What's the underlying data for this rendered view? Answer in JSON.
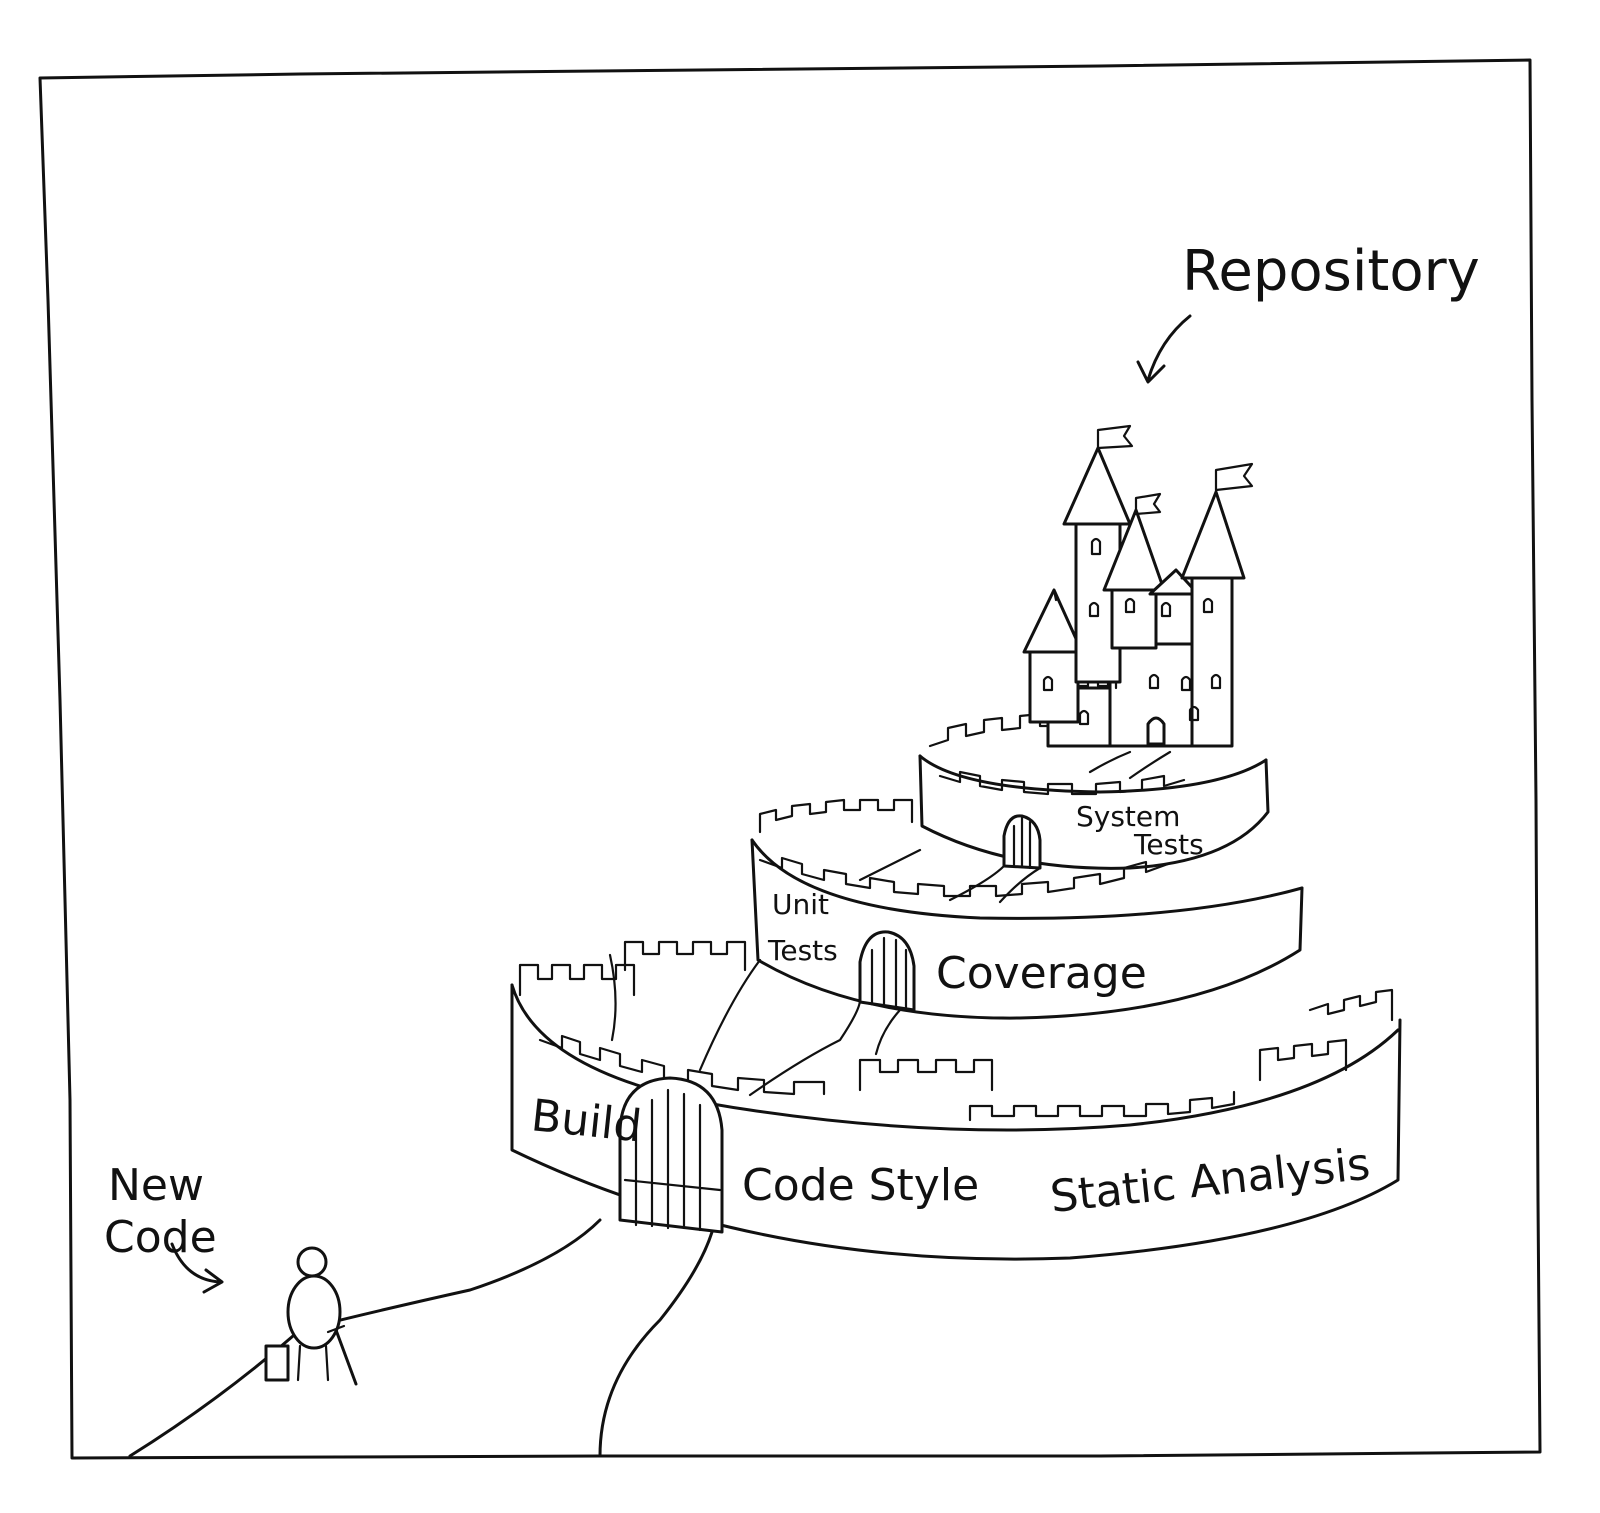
{
  "labels": {
    "repository": "Repository",
    "new_code_line1": "New",
    "new_code_line2": "Code",
    "build": "Build",
    "code_style": "Code Style",
    "static_analysis": "Static Analysis",
    "unit_tests_line1": "Unit",
    "unit_tests_line2": "Tests",
    "coverage": "Coverage",
    "system_tests_line1": "System",
    "system_tests_line2": "Tests"
  },
  "colors": {
    "ink": "#111111",
    "paper": "#ffffff"
  }
}
